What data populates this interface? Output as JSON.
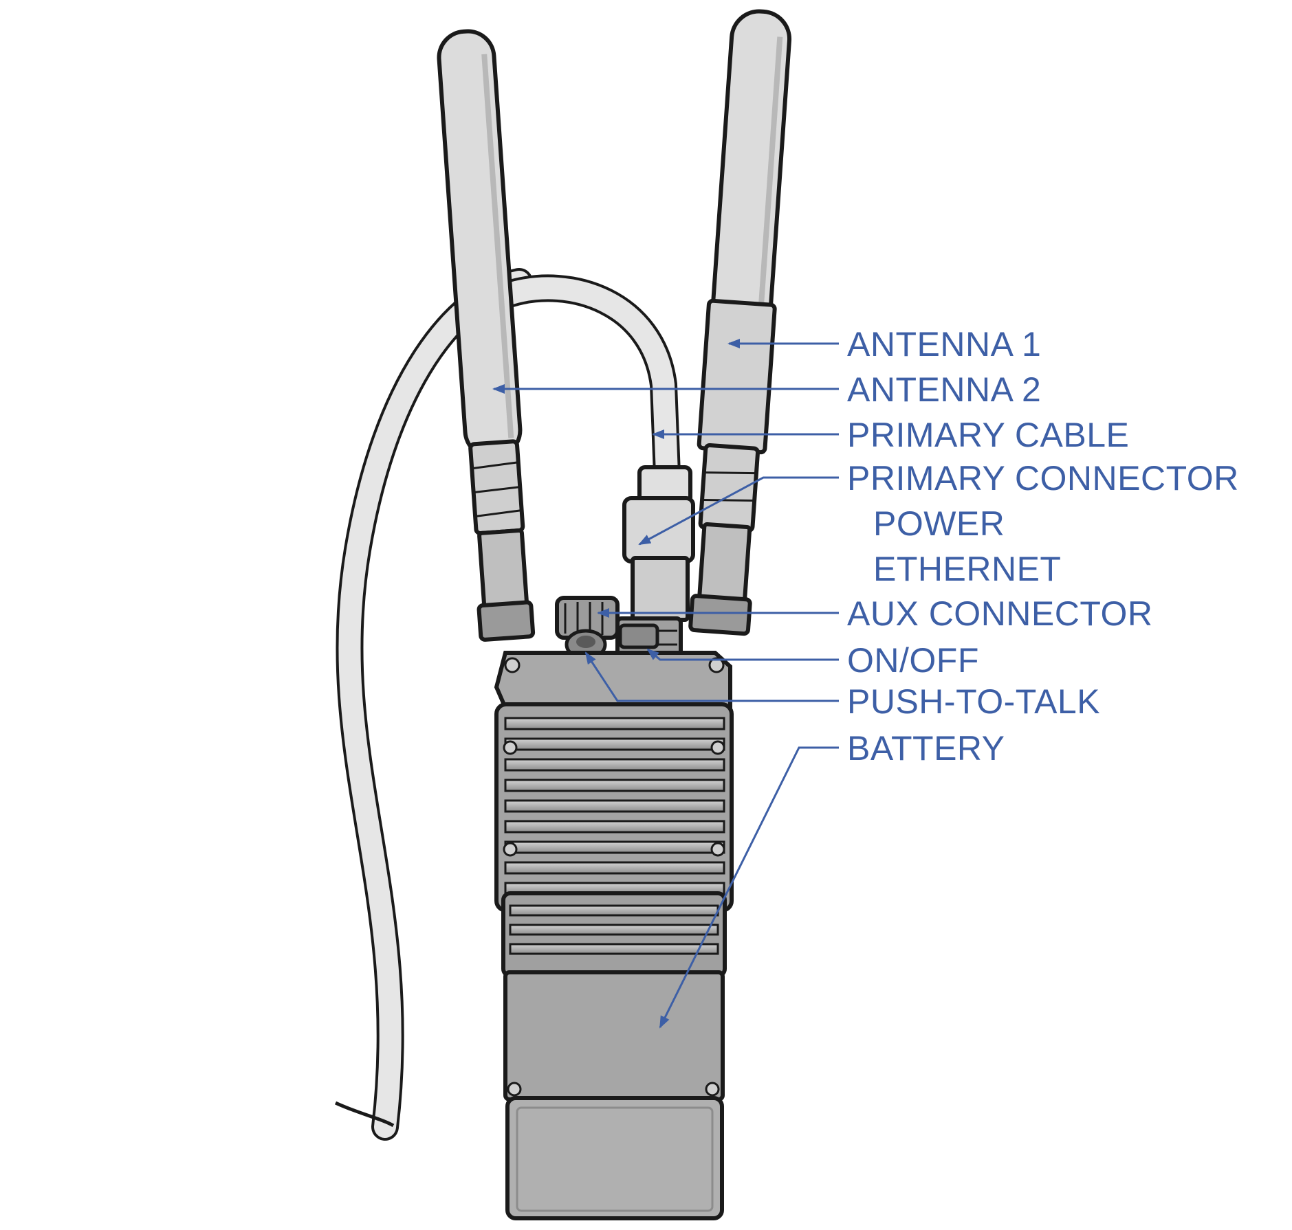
{
  "colors": {
    "callout": "#3d5fa6",
    "outline": "#1a1a1a",
    "antenna_fill": "#dcdcdc",
    "cable_fill": "#e6e6e6",
    "body_fill": "#a9a9a9",
    "battery_fill": "#b0b0b0",
    "background": "#ffffff"
  },
  "labels": {
    "antenna1": "ANTENNA 1",
    "antenna2": "ANTENNA 2",
    "primary_cable": "PRIMARY CABLE",
    "primary_connector": "PRIMARY CONNECTOR",
    "power": "POWER",
    "ethernet": "ETHERNET",
    "aux_connector": "AUX CONNECTOR",
    "on_off": "ON/OFF",
    "push_to_talk": "PUSH-TO-TALK",
    "battery": "BATTERY"
  }
}
